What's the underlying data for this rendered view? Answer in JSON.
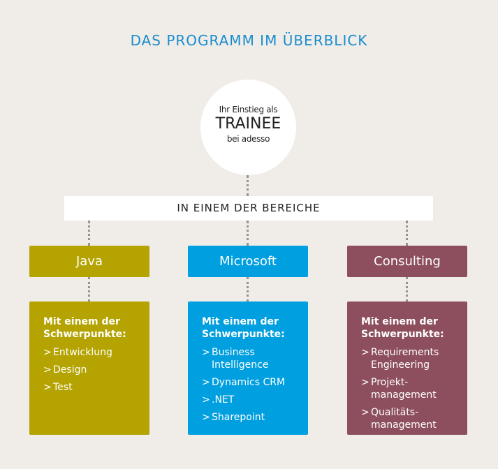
{
  "title": "DAS PROGRAMM IM ÜBERBLICK",
  "center": {
    "line1": "Ihr Einstieg als",
    "line2": "TRAINEE",
    "line3": "bei adesso"
  },
  "bar": "IN EINEM DER BEREICHE",
  "columns": [
    {
      "name": "Java",
      "color": "#b4a300",
      "heading": "Mit einem der Schwerpunkte:",
      "items": [
        "Entwicklung",
        "Design",
        "Test"
      ]
    },
    {
      "name": "Microsoft",
      "color": "#009fe0",
      "heading": "Mit einem der Schwerpunkte:",
      "items": [
        "Business Intelligence",
        "Dynamics CRM",
        ".NET",
        "Sharepoint"
      ]
    },
    {
      "name": "Consulting",
      "color": "#8d4f5e",
      "heading": "Mit einem der Schwerpunkte:",
      "items": [
        "Requirements Engineering",
        "Projekt-management",
        "Qualitäts-management"
      ]
    }
  ],
  "bullet": ">"
}
